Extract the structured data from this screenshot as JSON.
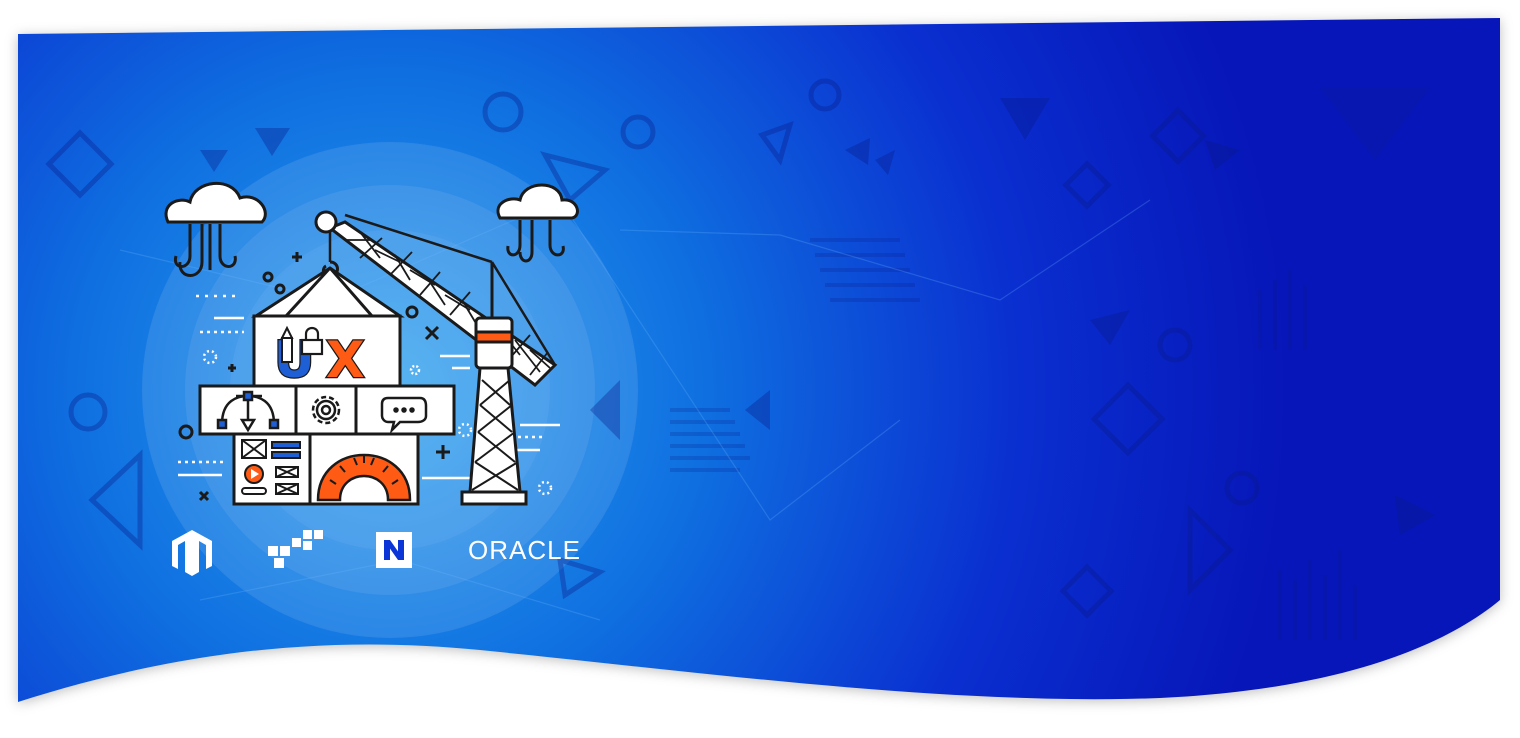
{
  "hero": {
    "illustration": {
      "badge_letter_u": "U",
      "badge_letter_x": "X"
    },
    "platform_logos": [
      {
        "icon": "magento-logo-icon"
      },
      {
        "icon": "aws-cubes-logo-icon"
      },
      {
        "icon": "netsuite-logo-icon",
        "glyph": "N"
      },
      {
        "icon": "oracle-logo-icon",
        "label": "ORACLE"
      }
    ]
  },
  "colors": {
    "background_blue_light": "#1e8ae8",
    "background_blue_dark": "#0a1fc8",
    "accent_orange": "#ff5b14",
    "line_dark": "#1a1a1a"
  }
}
